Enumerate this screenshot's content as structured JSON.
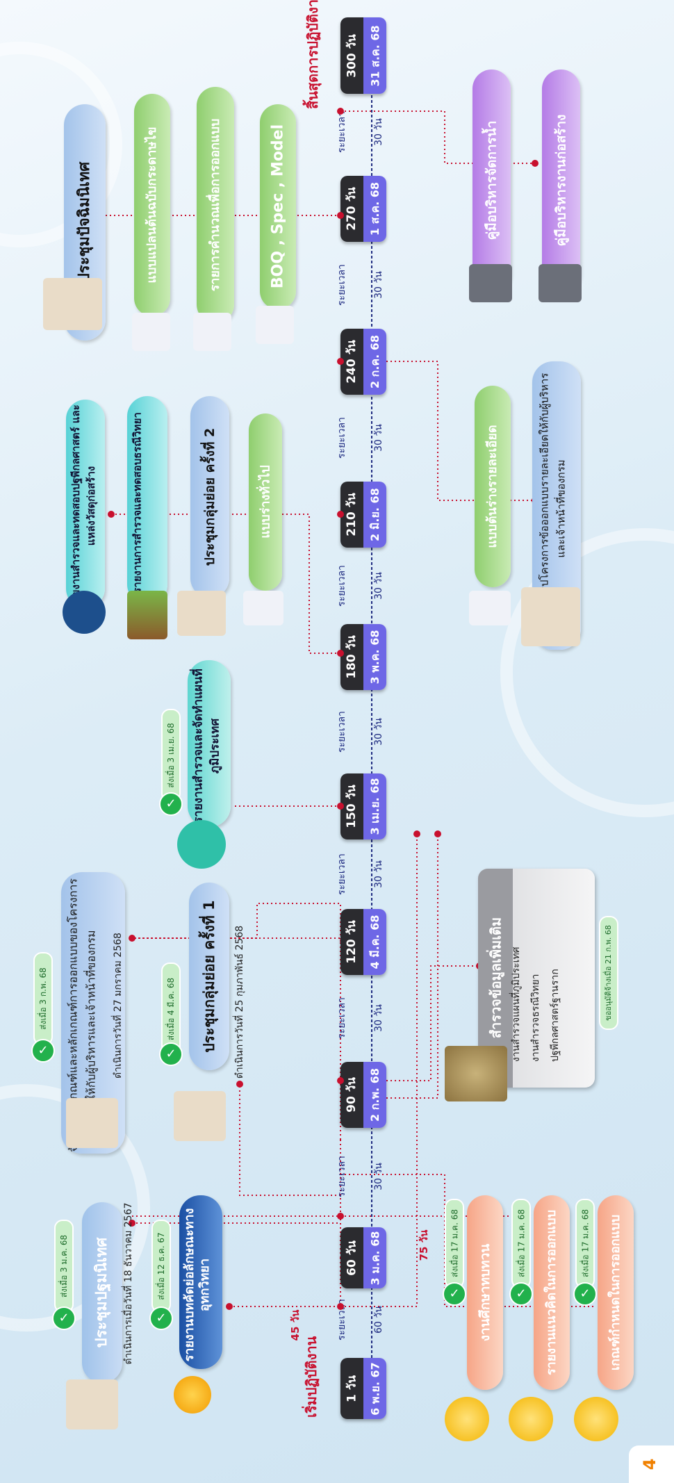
{
  "start_label": "เริ่มปฏิบัติงาน",
  "end_label": "สิ้นสุดการปฏิบัติงาน",
  "duration_prefix": "ระยะเวลา",
  "milestones": [
    {
      "days": "1 วัน",
      "date": "6 พ.ย. 67"
    },
    {
      "days": "60 วัน",
      "date": "3 ม.ค. 68"
    },
    {
      "days": "90 วัน",
      "date": "2 ก.พ. 68"
    },
    {
      "days": "120 วัน",
      "date": "4 มี.ค. 68"
    },
    {
      "days": "150 วัน",
      "date": "3 เม.ย. 68"
    },
    {
      "days": "180 วัน",
      "date": "3 พ.ค. 68"
    },
    {
      "days": "210 วัน",
      "date": "2 มิ.ย. 68"
    },
    {
      "days": "240 วัน",
      "date": "2 ก.ค. 68"
    },
    {
      "days": "270 วัน",
      "date": "1 ส.ค. 68"
    },
    {
      "days": "300 วัน",
      "date": "31 ส.ค. 68"
    }
  ],
  "durations": [
    "60 วัน",
    "30 วัน",
    "30 วัน",
    "30 วัน",
    "30 วัน",
    "30 วัน",
    "30 วัน",
    "30 วัน",
    "30 วัน"
  ],
  "side_durations": {
    "d45": "45 วัน",
    "d75": "75 วัน"
  },
  "top_boxes": [
    {
      "id": "b1",
      "text": "ประชุมปฐมนิเทศ",
      "note": "ดำเนินการเมื่อวันที่ 18 ธันวาคม 2567",
      "badge": "ส่งเมื่อ 3 ม.ค. 68"
    },
    {
      "id": "b2",
      "text": "รายงานบทคัดย่อลักษณะทางอุทกวิทยา",
      "badge": "ส่งเมื่อ 12 ธ.ค. 67"
    },
    {
      "id": "b3",
      "text": "จัดสัมมนาเกณฑ์และหลักเกณฑ์การออกแบบของโครงการ ให้กับผู้บริหารและเจ้าหน้าที่ของกรม",
      "note": "ดำเนินการวันที่ 27 มกราคม 2568",
      "badge": "ส่งเมื่อ 3 ก.พ. 68"
    },
    {
      "id": "b4",
      "text": "ประชุมกลุ่มย่อย ครั้งที่ 1",
      "note": "ดำเนินการวันที่ 25 กุมภาพันธ์ 2568",
      "badge": "ส่งเมื่อ 4 มี.ค. 68"
    },
    {
      "id": "b5",
      "text": "รายงานสำรวจและจัดทำแผนที่ภูมิประเทศ",
      "badge": "ส่งเมื่อ 3 เม.ย. 68"
    },
    {
      "id": "b6",
      "text": "รายงานสำรวจและทดสอบปฐพีกลศาสตร์ และแหล่งวัสดุก่อสร้าง"
    },
    {
      "id": "b7",
      "text": "รายงานการสำรวจและทดสอบธรณีวิทยา"
    },
    {
      "id": "b8",
      "text": "ประชุมกลุ่มย่อย ครั้งที่ 2"
    },
    {
      "id": "b9",
      "text": "แบบร่างทั่วไป"
    },
    {
      "id": "b10",
      "text": "ประชุมปัจฉิมนิเทศ"
    },
    {
      "id": "b11",
      "text": "แบบแปลนต้นฉบับกระดาษไข"
    },
    {
      "id": "b12",
      "text": "รายการคำนวณเพื่อการออกแบบ"
    },
    {
      "id": "b13",
      "text": "BOQ , Spec , Model"
    }
  ],
  "bottom_boxes": [
    {
      "id": "c1",
      "text": "งานศึกษาทบทวน",
      "badge": "ส่งเมื่อ 17 ม.ค. 68"
    },
    {
      "id": "c2",
      "text": "รายงานแนวคิดในการออกแบบ",
      "badge": "ส่งเมื่อ 17 ม.ค. 68"
    },
    {
      "id": "c3",
      "text": "เกณฑ์กำหนดในการออกแบบ",
      "badge": "ส่งเมื่อ 17 ม.ค. 68"
    },
    {
      "id": "c4",
      "text": "แบบต้นร่างรายละเอียด"
    },
    {
      "id": "c5",
      "text": "จัดสัมมนาสรุปโครงการข้อออกแบบรายละเอียดให้กับผู้บริหารและเจ้าหน้าที่ของกรม"
    },
    {
      "id": "c6",
      "text": "คู่มือบริหารจัดการน้ำ"
    },
    {
      "id": "c7",
      "text": "คู่มือบริหารงานก่อสร้าง"
    }
  ],
  "survey_card": {
    "title": "สำรวจข้อมูลเพิ่มเติม",
    "items": [
      "งานสำรวจแผนที่ภูมิประเทศ",
      "งานสำรวจธรณีวิทยา",
      "ปฐพีกลศาสตร์ฐานราก"
    ],
    "badge": "ขออนุมัติจ้างเมื่อ 21 ก.พ. 68"
  },
  "page_number": "4"
}
